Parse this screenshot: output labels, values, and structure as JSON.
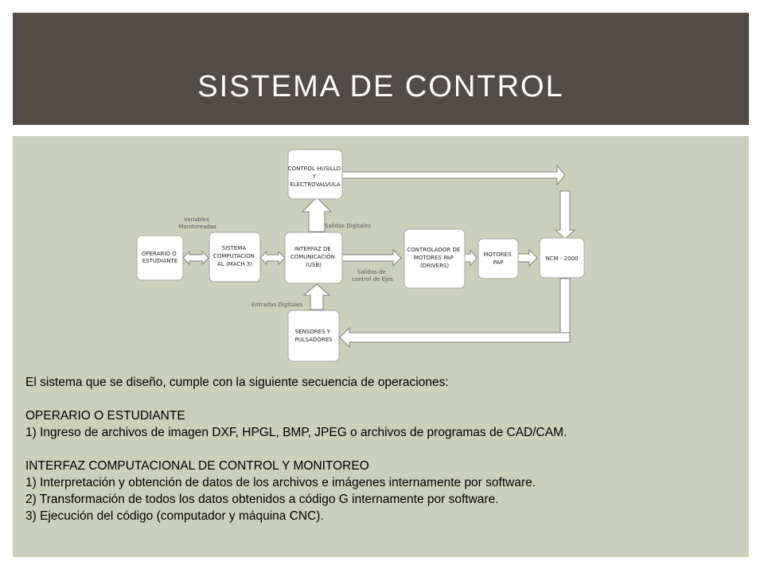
{
  "slide": {
    "title": "SISTEMA DE CONTROL"
  },
  "diagram": {
    "nodes": {
      "operario": [
        "OPERARIO O",
        "ESTUDIANTE"
      ],
      "sistema": [
        "SISTEMA",
        "COMPUTACION",
        "AL (MACH 3)"
      ],
      "interfaz": [
        "INTERFAZ DE",
        "COMUNICACIÓN",
        "(USB)"
      ],
      "husillo": [
        "CONTROL HUSILLO",
        "Y",
        "ELECTROVALVULA"
      ],
      "sensores": [
        "SENSORES Y",
        "PULSADORES"
      ],
      "controlador": [
        "CONTROLADOR DE",
        "MOTORES PAP",
        "(DRIVERS)"
      ],
      "motores": [
        "MOTORES",
        "PAP"
      ],
      "ncm": [
        "NCM - 2000"
      ]
    },
    "labels": {
      "variables": [
        "Variables",
        "Monitoreadas"
      ],
      "salidas_digitales": [
        "Salidas Digitales"
      ],
      "salidas_control": [
        "Salidas de",
        "control de Ejes"
      ],
      "entradas_digitales": [
        "Entradas Digitales"
      ]
    }
  },
  "description": {
    "intro": "El sistema que se diseño, cumple con la siguiente secuencia de operaciones:",
    "section1_title": "OPERARIO O ESTUDIANTE",
    "section1_items": [
      "1) Ingreso de archivos de imagen DXF, HPGL, BMP, JPEG  o archivos de programas de CAD/CAM."
    ],
    "section2_title": "INTERFAZ COMPUTACIONAL DE CONTROL Y MONITOREO",
    "section2_items": [
      "1) Interpretación y obtención de datos de los archivos e imágenes internamente por software.",
      "2) Transformación de todos los datos obtenidos a código G internamente por software.",
      "3) Ejecución del código (computador y máquina CNC)."
    ]
  }
}
